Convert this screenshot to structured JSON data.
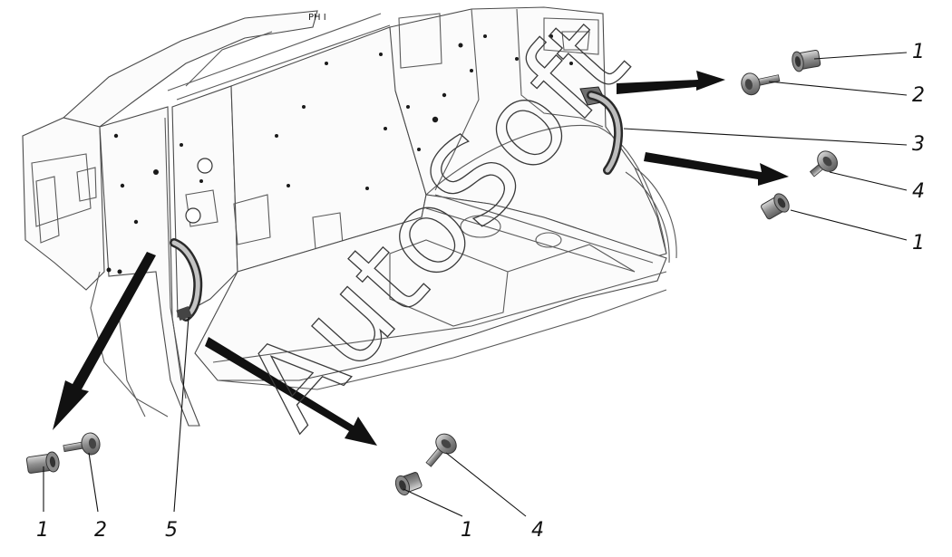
{
  "figure": {
    "callouts": {
      "c1_top": "1",
      "c2_top": "2",
      "c3": "3",
      "c4_right": "4",
      "c1_mid": "1",
      "c1_bottom_left": "1",
      "c2_bottom_left": "2",
      "c5": "5",
      "c1_bottom_center": "1",
      "c4_bottom_center": "4"
    },
    "watermark": "AutoSoft",
    "stamp_text": "PH I"
  },
  "colors": {
    "part_fill": "#9a9a9a",
    "part_dark": "#4a4a4a",
    "arrow": "#111111",
    "outline": "#4a4a4a"
  }
}
